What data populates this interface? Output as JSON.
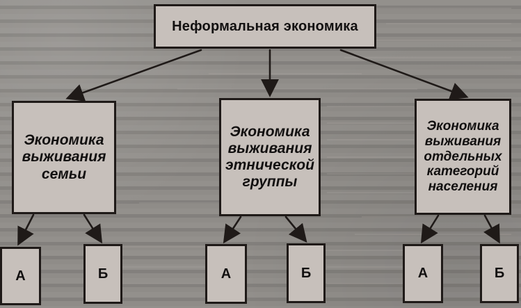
{
  "diagram": {
    "root": {
      "label": "Неформальная экономика"
    },
    "branches": [
      {
        "label": "Экономика\nвыживания\nсемьи",
        "children": [
          "А",
          "Б"
        ]
      },
      {
        "label": "Экономика\nвыживания\nэтнической\nгруппы",
        "children": [
          "А",
          "Б"
        ]
      },
      {
        "label": "Экономика\nвыживания\nотдельных\nкатегорий\nнаселения",
        "children": [
          "А",
          "Б"
        ]
      }
    ]
  },
  "colors": {
    "background": "#8d8a86",
    "box_fill": "#c7c0bb",
    "stroke": "#1f1a18",
    "text": "#121010"
  }
}
